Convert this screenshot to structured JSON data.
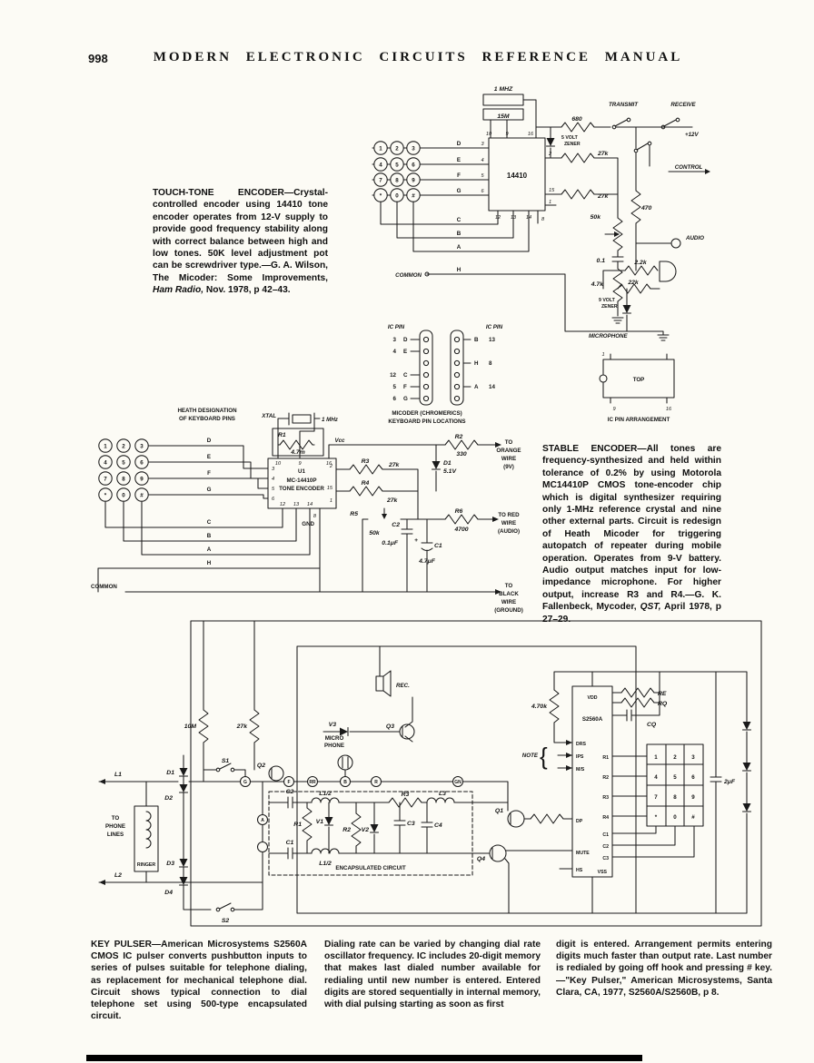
{
  "page": {
    "number": "998",
    "title": "MODERN ELECTRONIC CIRCUITS REFERENCE MANUAL"
  },
  "touch_tone_caption": {
    "p1": "TOUCH-TONE ENCODER—Crystal-controlled encoder using 14410 tone encoder operates from 12-V supply to provide good frequency stability along with correct balance between high and low tones. 50K level adjustment pot can be screwdriver type.—G. A. Wilson, The Micoder: Some Improvements, ",
    "italic": "Ham Radio,",
    "p2": " Nov. 1978, p 42–43."
  },
  "stable_caption": {
    "p1": "STABLE ENCODER—All tones are frequency-synthesized and held within tolerance of 0.2% by using Motorola MC14410P CMOS tone-encoder chip which is digital synthesizer requiring only 1-MHz reference crystal and nine other external parts. Circuit is redesign of Heath Micoder for triggering autopatch of repeater during mobile operation. Operates from 9-V battery. Audio output matches input for low-impedance microphone. For higher output, increase R3 and R4.—G. K. Fallenbeck, Mycoder, ",
    "italic": "QST,",
    "p2": " April 1978, p 27–29."
  },
  "key_pulser_caption": {
    "col1": "KEY PULSER—American Microsystems S2560A CMOS IC pulser converts pushbutton inputs to series of pulses suitable for telephone dialing, as replacement for mechanical telephone dial. Circuit shows typical connection to dial telephone set using 500-type encapsulated circuit.",
    "col2": "Dialing rate can be varied by changing dial rate oscillator frequency. IC includes 20-digit memory that makes last dialed number available for redialing until new number is entered. Entered digits are stored sequentially in internal memory, with dial pulsing starting as soon as first",
    "col3": "digit is entered. Arrangement permits entering digits much faster than output rate. Last number is redialed by going off hook and pressing # key.—\"Key Pulser,\" American Microsystems, Santa Clara, CA, 1977, S2560A/S2560B, p 8."
  },
  "s1": {
    "xtal_freq": "1 MHZ",
    "xtal_r": "15M",
    "pin10": "10",
    "pin9": "9",
    "pin16": "16",
    "chip": "14410",
    "pin3": "3",
    "pin4": "4",
    "pin5": "5",
    "pin6": "6",
    "pin12": "12",
    "pin13": "13",
    "pin14": "14",
    "pin2": "2",
    "pin15": "15",
    "pin1": "1",
    "pin8": "8",
    "zener5a": "5 VOLT",
    "zener5b": "ZENER",
    "r27k_1": "27k",
    "r27k_2": "27k",
    "pot50k": "50k",
    "cap01": "0.1",
    "r47k": "4.7k",
    "r680": "680",
    "r470": "470",
    "r22k": "2.2k",
    "r22k2": "22k",
    "zener9a": "9 VOLT",
    "zener9b": "ZENER",
    "transmit": "TRANSMIT",
    "receive": "RECEIVE",
    "v12": "+12V",
    "control": "CONTROL",
    "audio": "AUDIO",
    "microphone": "MICROPHONE",
    "common": "COMMON",
    "keys": [
      "1",
      "2",
      "3",
      "4",
      "5",
      "6",
      "7",
      "8",
      "9",
      "*",
      "0",
      "#"
    ],
    "rows": [
      "D",
      "E",
      "F",
      "G",
      "C",
      "B",
      "A",
      "H"
    ]
  },
  "mid": {
    "left_header": "IC PIN",
    "right_header": "IC PIN",
    "l1n": "3",
    "l1l": "D",
    "l2n": "4",
    "l2l": "E",
    "l3n": "12",
    "l3l": "C",
    "l4n": "5",
    "l4l": "F",
    "l5n": "6",
    "l5l": "G",
    "r1l": "B",
    "r1n": "13",
    "r2l": "H",
    "r2n": "8",
    "r3l": "A",
    "r3n": "14",
    "cap1": "MICODER (CHROMERICS)",
    "cap2": "KEYBOARD PIN LOCATIONS",
    "top": "TOP",
    "p1": "1",
    "p9": "9",
    "p16": "16",
    "arr_caption": "IC PIN ARRANGEMENT"
  },
  "s2": {
    "heath1": "HEATH DESIGNATION",
    "heath2": "OF KEYBOARD PINS",
    "xtal": "XTAL",
    "freq": "1 MHz",
    "r1": "R1",
    "r1v": "4.7m",
    "vcc": "Vcc",
    "pin10": "10",
    "pin9": "9",
    "pin16": "16",
    "u1": "U1",
    "chip1": "MC-14410P",
    "chip2": "TONE ENCODER",
    "pin3": "3",
    "pin4": "4",
    "pin5": "5",
    "pin6": "6",
    "pin12": "12",
    "pin13": "13",
    "pin14": "14",
    "pin2": "2",
    "pin15": "15",
    "pin1": "1",
    "pin8": "8",
    "gnd": "GND",
    "r2": "R2",
    "r2v": "330",
    "r3": "R3",
    "r3v": "27k",
    "r4": "R4",
    "r4v": "27k",
    "d1": "D1",
    "d1v": "5.1V",
    "r5": "R5",
    "r5v": "50k",
    "c2": "C2",
    "c2v": "0.1μF",
    "plus": "+",
    "c1": "C1",
    "c1v": "4.7μF",
    "r6": "R6",
    "r6v": "4700",
    "orange1": "TO",
    "orange2": "ORANGE",
    "orange3": "WIRE",
    "orange4": "(9V)",
    "red1": "TO RED",
    "red2": "WIRE",
    "red3": "(AUDIO)",
    "black1": "TO",
    "black2": "BLACK",
    "black3": "WIRE",
    "black4": "(GROUND)",
    "common": "COMMON",
    "keys": [
      "1",
      "2",
      "3",
      "4",
      "5",
      "6",
      "7",
      "8",
      "9",
      "*",
      "0",
      "#"
    ],
    "rows": [
      "D",
      "E",
      "F",
      "G",
      "C",
      "B",
      "A",
      "H"
    ]
  },
  "s3": {
    "rec": "REC.",
    "v3": "V3",
    "q3": "Q3",
    "mic1": "MICRO",
    "mic2": "PHONE",
    "r10m": "10M",
    "r27k": "27k",
    "s1": "S1",
    "q2": "Q2",
    "d1": "D1",
    "d2": "D2",
    "d3": "D3",
    "d4": "D4",
    "l1": "L1",
    "l2": "L2",
    "phone1": "TO",
    "phone2": "PHONE",
    "phone3": "LINES",
    "ringer": "RINGER",
    "s2": "S2",
    "nG": "G",
    "nF": "F",
    "nRR": "RR",
    "nB": "B",
    "nR": "R",
    "nGN": "GN",
    "nA": "A",
    "enc": "ENCAPSULATED CIRCUIT",
    "c1": "C1",
    "c2": "C2",
    "c3": "C3",
    "c4": "C4",
    "r1": "R1",
    "r2": "R2",
    "r3": "R3",
    "l12a": "L1/2",
    "l12b": "L1/2",
    "l3": "L3",
    "v1": "V1",
    "v2": "V2",
    "q1": "Q1",
    "q4": "Q4",
    "r47k": "4.70k",
    "chip": "S2560A",
    "vdd": "VDD",
    "vss": "VSS",
    "re": "RE",
    "rq": "RQ",
    "cq": "CQ",
    "drs": "DRS",
    "ips": "IPS",
    "ms": "M/S",
    "note": "NOTE",
    "brace": "{",
    "pr1": "R1",
    "pr2": "R2",
    "pr3": "R3",
    "pr4": "R4",
    "pc1": "C1",
    "pc2": "C2",
    "pc3": "C3",
    "dp": "DP",
    "mute": "MUTE",
    "hs": "HS",
    "cap": "2μF",
    "keys": [
      "1",
      "2",
      "3",
      "4",
      "5",
      "6",
      "7",
      "8",
      "9",
      "*",
      "0",
      "#"
    ]
  }
}
